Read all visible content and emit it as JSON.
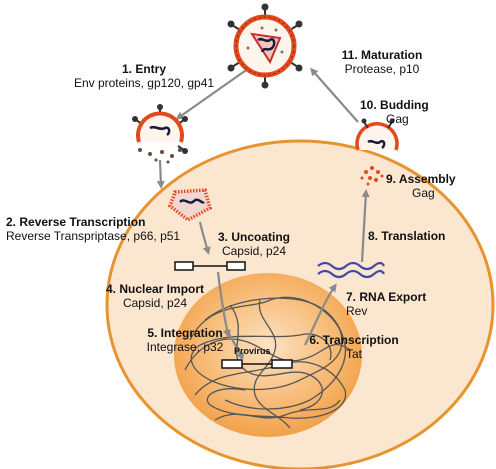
{
  "steps": [
    {
      "num": "1.",
      "title": "Entry",
      "detail": "Env proteins, gp120, gp41"
    },
    {
      "num": "2.",
      "title": "Reverse Transcription",
      "detail": "Reverse Transpriptase, p66, p51"
    },
    {
      "num": "3.",
      "title": "Uncoating",
      "detail": "Capsid, p24"
    },
    {
      "num": "4.",
      "title": "Nuclear Import",
      "detail": "Capsid, p24"
    },
    {
      "num": "5.",
      "title": "Integration",
      "detail": "Integrase, p32"
    },
    {
      "num": "6.",
      "title": "Transcription",
      "detail": "Tat"
    },
    {
      "num": "7.",
      "title": "RNA Export",
      "detail": "Rev"
    },
    {
      "num": "8.",
      "title": "Translation",
      "detail": ""
    },
    {
      "num": "9.",
      "title": "Assembly",
      "detail": "Gag"
    },
    {
      "num": "10.",
      "title": "Budding",
      "detail": "Gag"
    },
    {
      "num": "11.",
      "title": "Maturation",
      "detail": "Protease, p10"
    }
  ],
  "provirus_label": "Provirus",
  "colors": {
    "cell_fill": "#fbe6cf",
    "cell_border": "#e7932f",
    "nucleus_fill": "#f6b266",
    "arrow": "#8a8a8a",
    "virus_orange": "#e24a1e",
    "rna_blue": "#3f49a8"
  }
}
